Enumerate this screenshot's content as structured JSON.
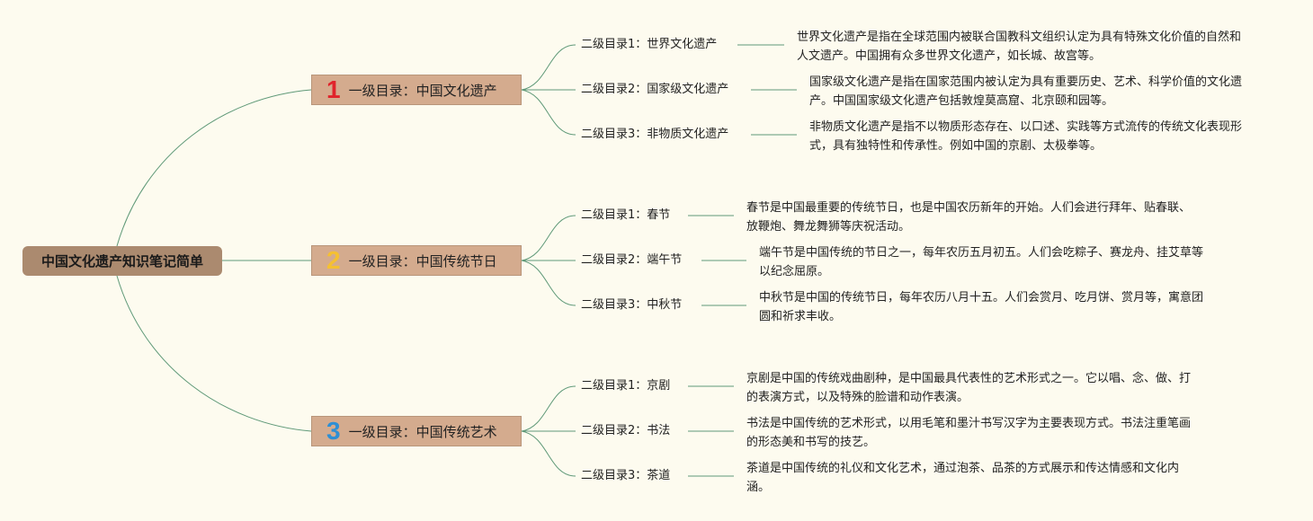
{
  "root": {
    "label": "中国文化遗产知识笔记简单"
  },
  "colors": {
    "background": "#fdfbef",
    "root_fill": "#ab8a6f",
    "level1_fill": "#d4ab8e",
    "connector": "#5f9978",
    "num1": "#e0242b",
    "num2": "#f5c032",
    "num3": "#2e8fd4"
  },
  "branches": [
    {
      "number": "1",
      "label": "一级目录：中国文化遗产",
      "children": [
        {
          "label": "二级目录1：世界文化遗产",
          "text": "世界文化遗产是指在全球范围内被联合国教科文组织认定为具有特殊文化价值的自然和人文遗产。中国拥有众多世界文化遗产，如长城、故宫等。"
        },
        {
          "label": "二级目录2：国家级文化遗产",
          "text": "国家级文化遗产是指在国家范围内被认定为具有重要历史、艺术、科学价值的文化遗产。中国国家级文化遗产包括敦煌莫高窟、北京颐和园等。"
        },
        {
          "label": "二级目录3：非物质文化遗产",
          "text": "非物质文化遗产是指不以物质形态存在、以口述、实践等方式流传的传统文化表现形式，具有独特性和传承性。例如中国的京剧、太极拳等。"
        }
      ]
    },
    {
      "number": "2",
      "label": "一级目录：中国传统节日",
      "children": [
        {
          "label": "二级目录1：春节",
          "text": "春节是中国最重要的传统节日，也是中国农历新年的开始。人们会进行拜年、贴春联、放鞭炮、舞龙舞狮等庆祝活动。"
        },
        {
          "label": "二级目录2：端午节",
          "text": "端午节是中国传统的节日之一，每年农历五月初五。人们会吃粽子、赛龙舟、挂艾草等以纪念屈原。"
        },
        {
          "label": "二级目录3：中秋节",
          "text": "中秋节是中国的传统节日，每年农历八月十五。人们会赏月、吃月饼、赏月等，寓意团圆和祈求丰收。"
        }
      ]
    },
    {
      "number": "3",
      "label": "一级目录：中国传统艺术",
      "children": [
        {
          "label": "二级目录1：京剧",
          "text": "京剧是中国的传统戏曲剧种，是中国最具代表性的艺术形式之一。它以唱、念、做、打的表演方式，以及特殊的脸谱和动作表演。"
        },
        {
          "label": "二级目录2：书法",
          "text": "书法是中国传统的艺术形式，以用毛笔和墨汁书写汉字为主要表现方式。书法注重笔画的形态美和书写的技艺。"
        },
        {
          "label": "二级目录3：茶道",
          "text": "茶道是中国传统的礼仪和文化艺术，通过泡茶、品茶的方式展示和传达情感和文化内涵。"
        }
      ]
    }
  ]
}
